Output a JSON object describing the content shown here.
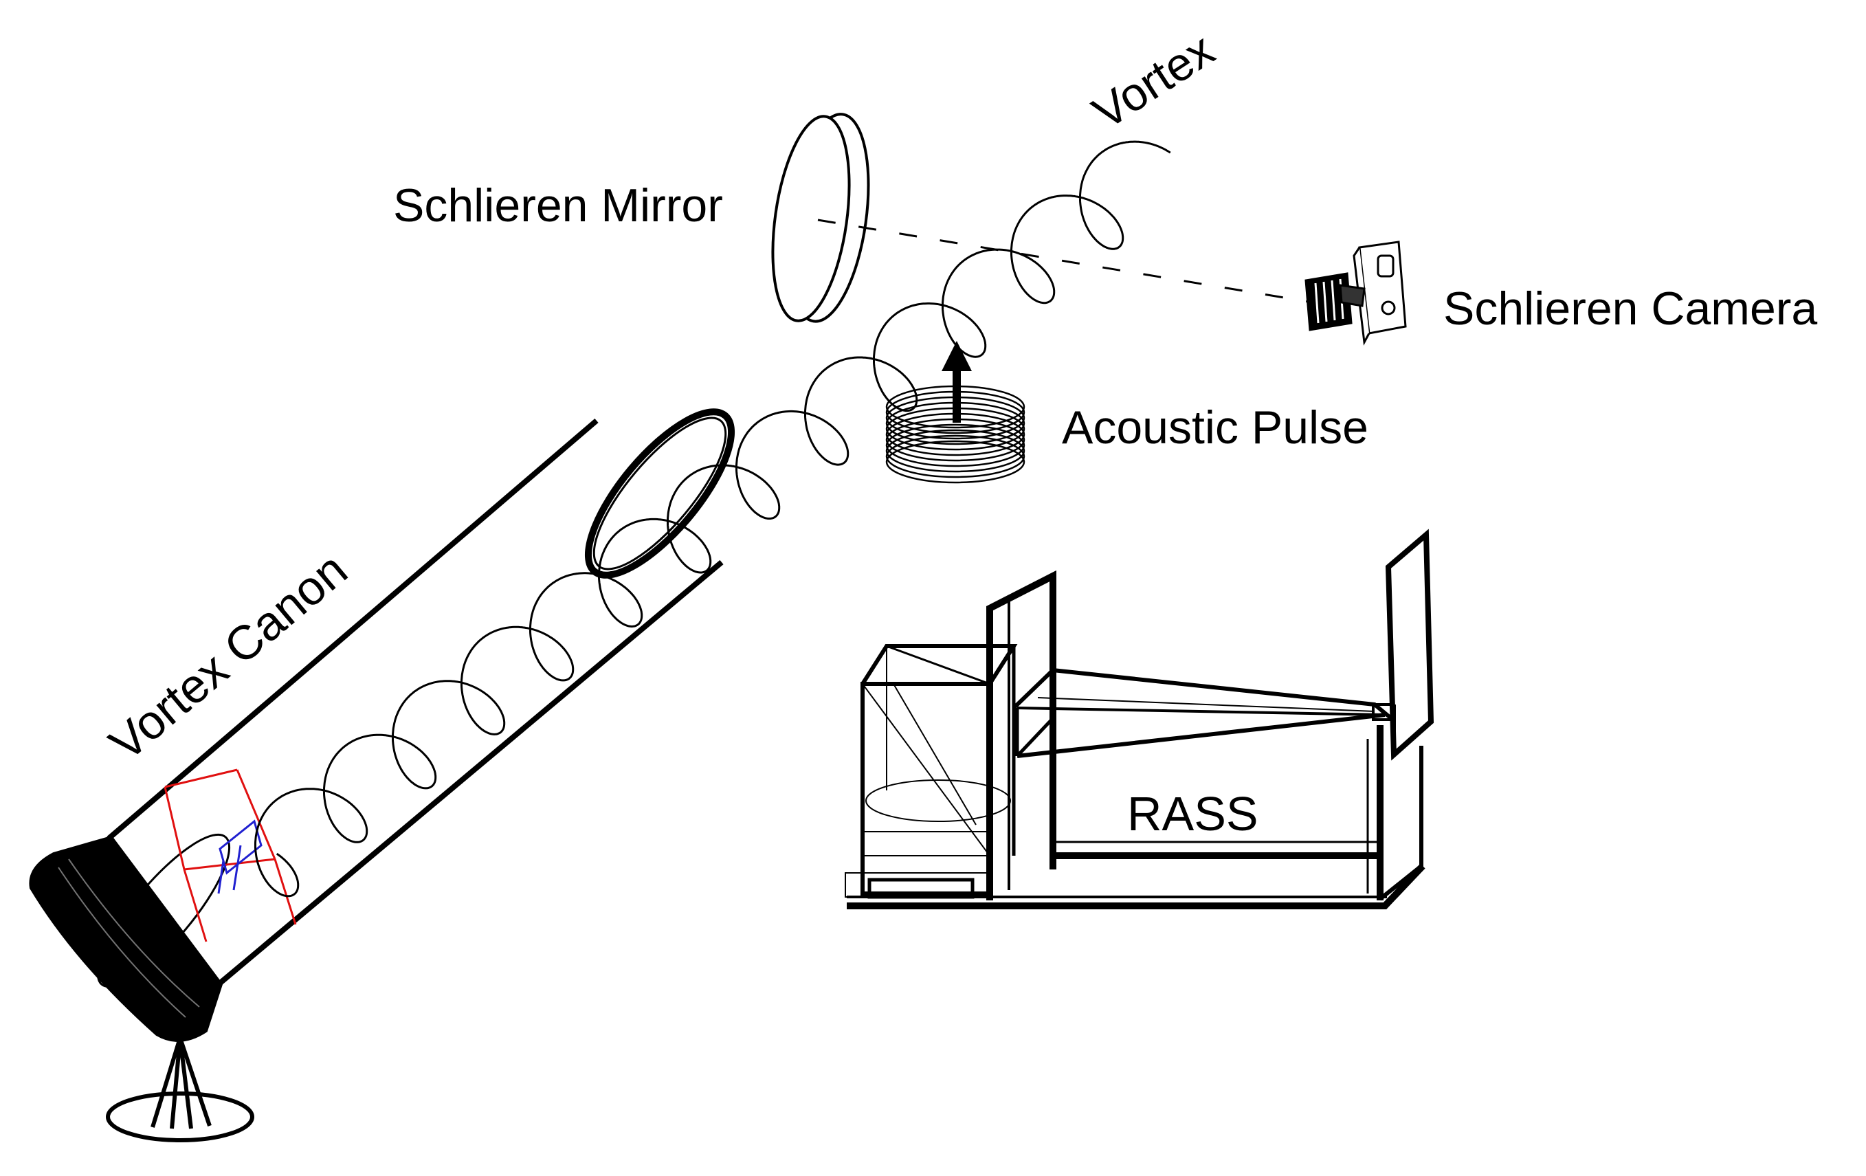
{
  "labels": {
    "vortex": "Vortex",
    "schlieren_mirror": "Schlieren Mirror",
    "schlieren_camera": "Schlieren Camera",
    "acoustic_pulse": "Acoustic Pulse",
    "vortex_canon": "Vortex Canon",
    "rass": "RASS"
  },
  "colors": {
    "ink": "#000000",
    "red_detail": "#e01010",
    "blue_detail": "#2020d0"
  }
}
